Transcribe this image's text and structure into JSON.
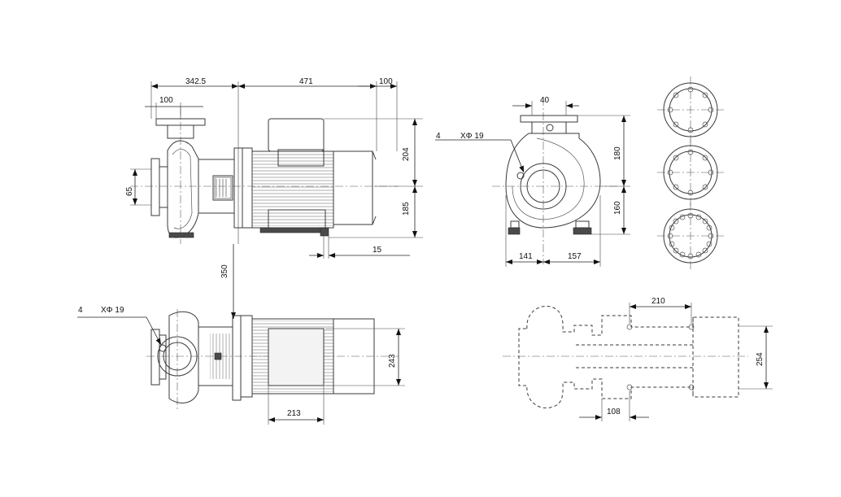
{
  "dimensions": {
    "top_overall_left": "342.5",
    "top_flange_width": "100",
    "top_motor_length": "471",
    "top_end": "100",
    "top_height_upper": "204",
    "top_height_lower": "185",
    "top_foot_offset": "15",
    "top_suction": "65",
    "vertical_between_views": "350",
    "side_view_top": "40",
    "side_height_upper": "180",
    "side_height_lower": "160",
    "side_width_left": "141",
    "side_width_right": "157",
    "plan_motor_width": "243",
    "plan_motor_foot": "213",
    "foot_plan_spacing": "210",
    "foot_plan_width": "254",
    "foot_plan_offset": "108"
  },
  "holes": {
    "side_count": "4",
    "side_spec": "XΦ 19",
    "plan_count": "4",
    "plan_spec": "XΦ 19"
  }
}
